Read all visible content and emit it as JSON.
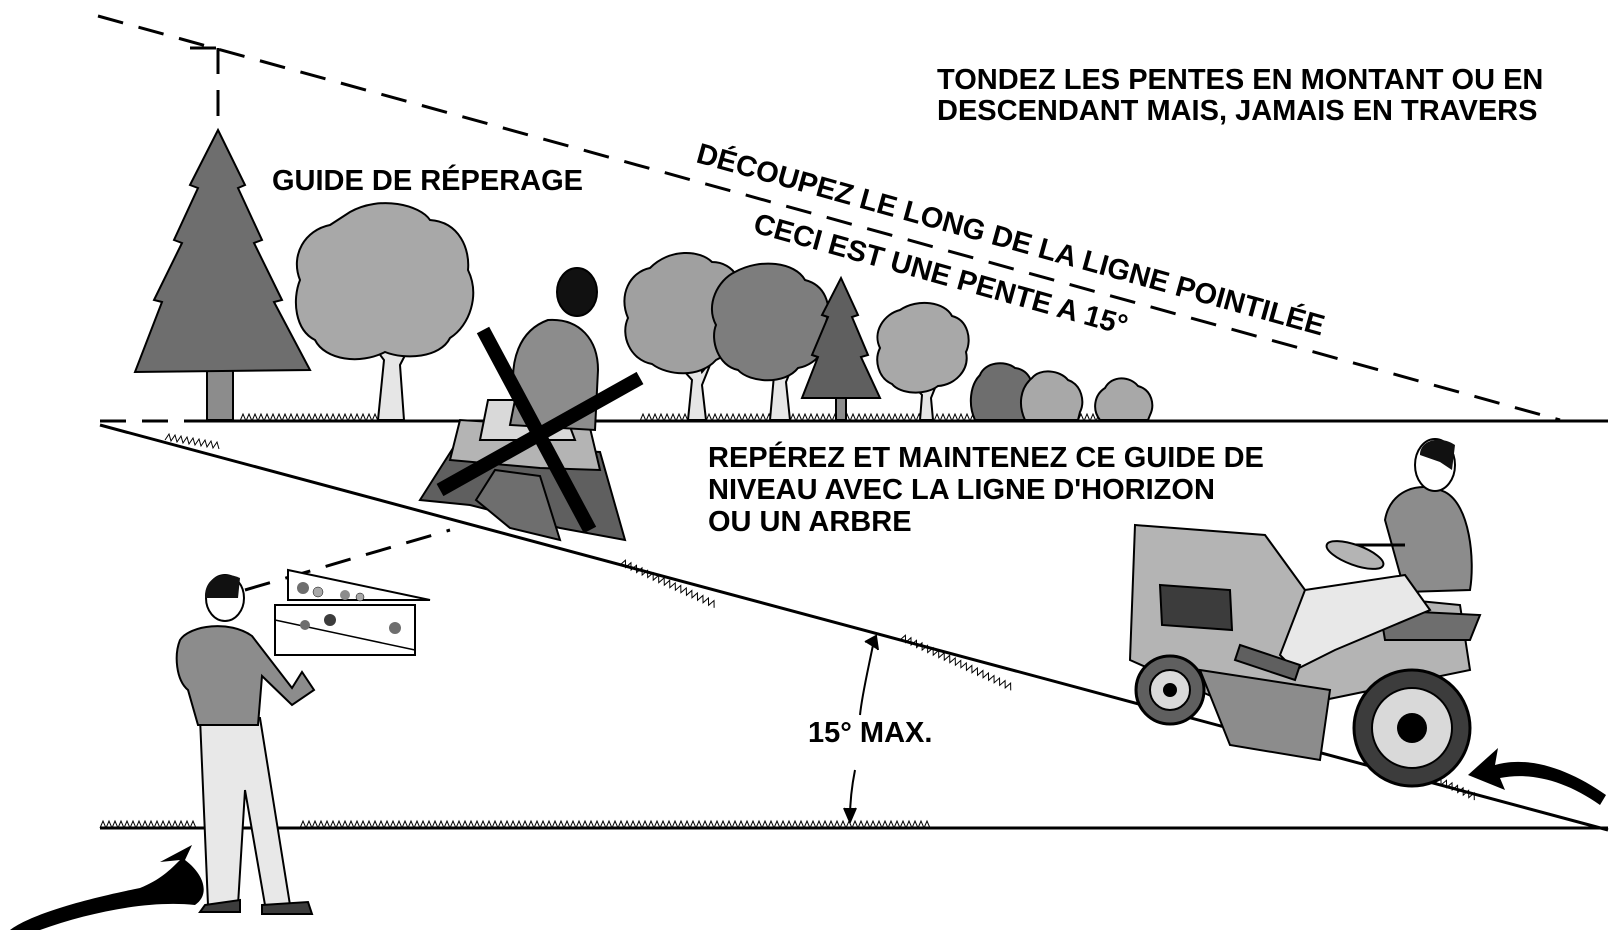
{
  "labels": {
    "top_right_line1": "TONDEZ LES PENTES EN MONTANT OU EN",
    "top_right_line2": "DESCENDANT MAIS, JAMAIS EN TRAVERS",
    "guide": "GUIDE DE RÉPERAGE",
    "cut_along": "DÉCOUPEZ LE LONG DE LA LIGNE POINTILÉE",
    "slope_info": "CECI EST UNE PENTE A 15°",
    "reference_line1": "REPÉREZ ET MAINTENEZ CE GUIDE DE",
    "reference_line2": "NIVEAU AVEC LA LIGNE D'HORIZON",
    "reference_line3": "OU UN ARBRE",
    "angle": "15° MAX."
  },
  "colors": {
    "dark_gray": "#5f5f5f",
    "mid_gray": "#8c8c8c",
    "light_gray": "#b4b4b4",
    "pale_gray": "#d9d9d9",
    "ink": "#000000"
  },
  "icons": {
    "cross": "x-mark-icon",
    "arrow": "curved-arrow-icon"
  }
}
